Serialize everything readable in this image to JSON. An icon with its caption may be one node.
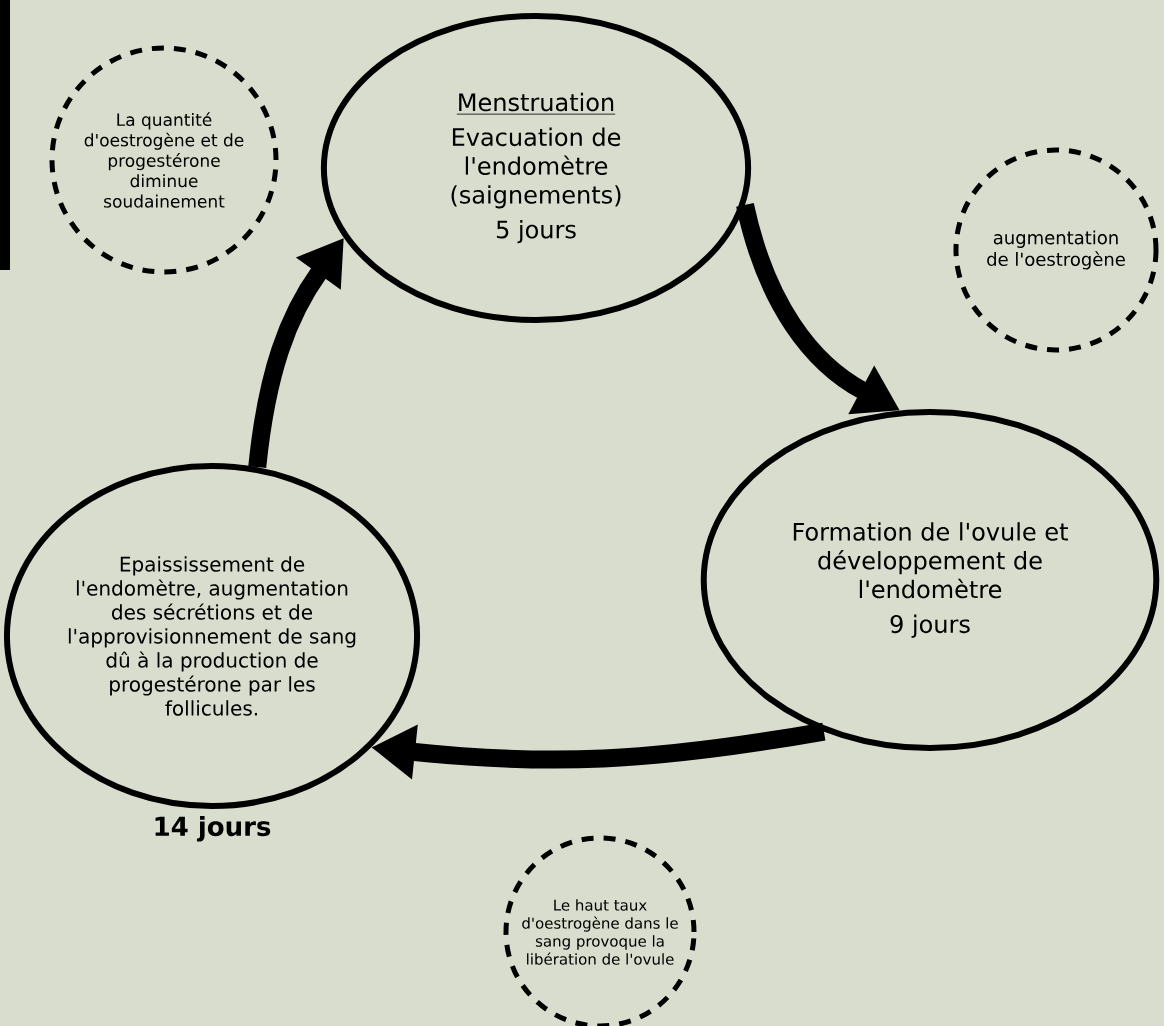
{
  "diagram": {
    "nodes": [
      {
        "text": [
          "Menstruation",
          "Evacuation de l'endomètre (saignements)",
          "5 jours"
        ]
      },
      {
        "text": [
          "Formation de l'ovule et développement de l'endomètre",
          "9 jours"
        ]
      },
      {
        "text": [
          "Epaississement de l'endomètre, augmentation des sécrétions et de l'approvisionnement de sang dû à la production de progestérone par les follicules."
        ],
        "beside": [
          "14 jours"
        ]
      },
      {
        "text": [
          "La quantité d'oestrogène et de progestérone diminue soudainement"
        ]
      },
      {
        "text": [
          "augmentation de l'oestrogène"
        ]
      },
      {
        "text": [
          "Le haut taux d'oestrogène dans le sang provoque la libération de l'ovule"
        ]
      }
    ],
    "edges": [
      {
        "from": 0,
        "to": 1,
        "arrow": "to"
      },
      {
        "from": 1,
        "to": 2,
        "arrow": "to"
      },
      {
        "from": 2,
        "to": 0,
        "arrow": "to"
      }
    ]
  }
}
